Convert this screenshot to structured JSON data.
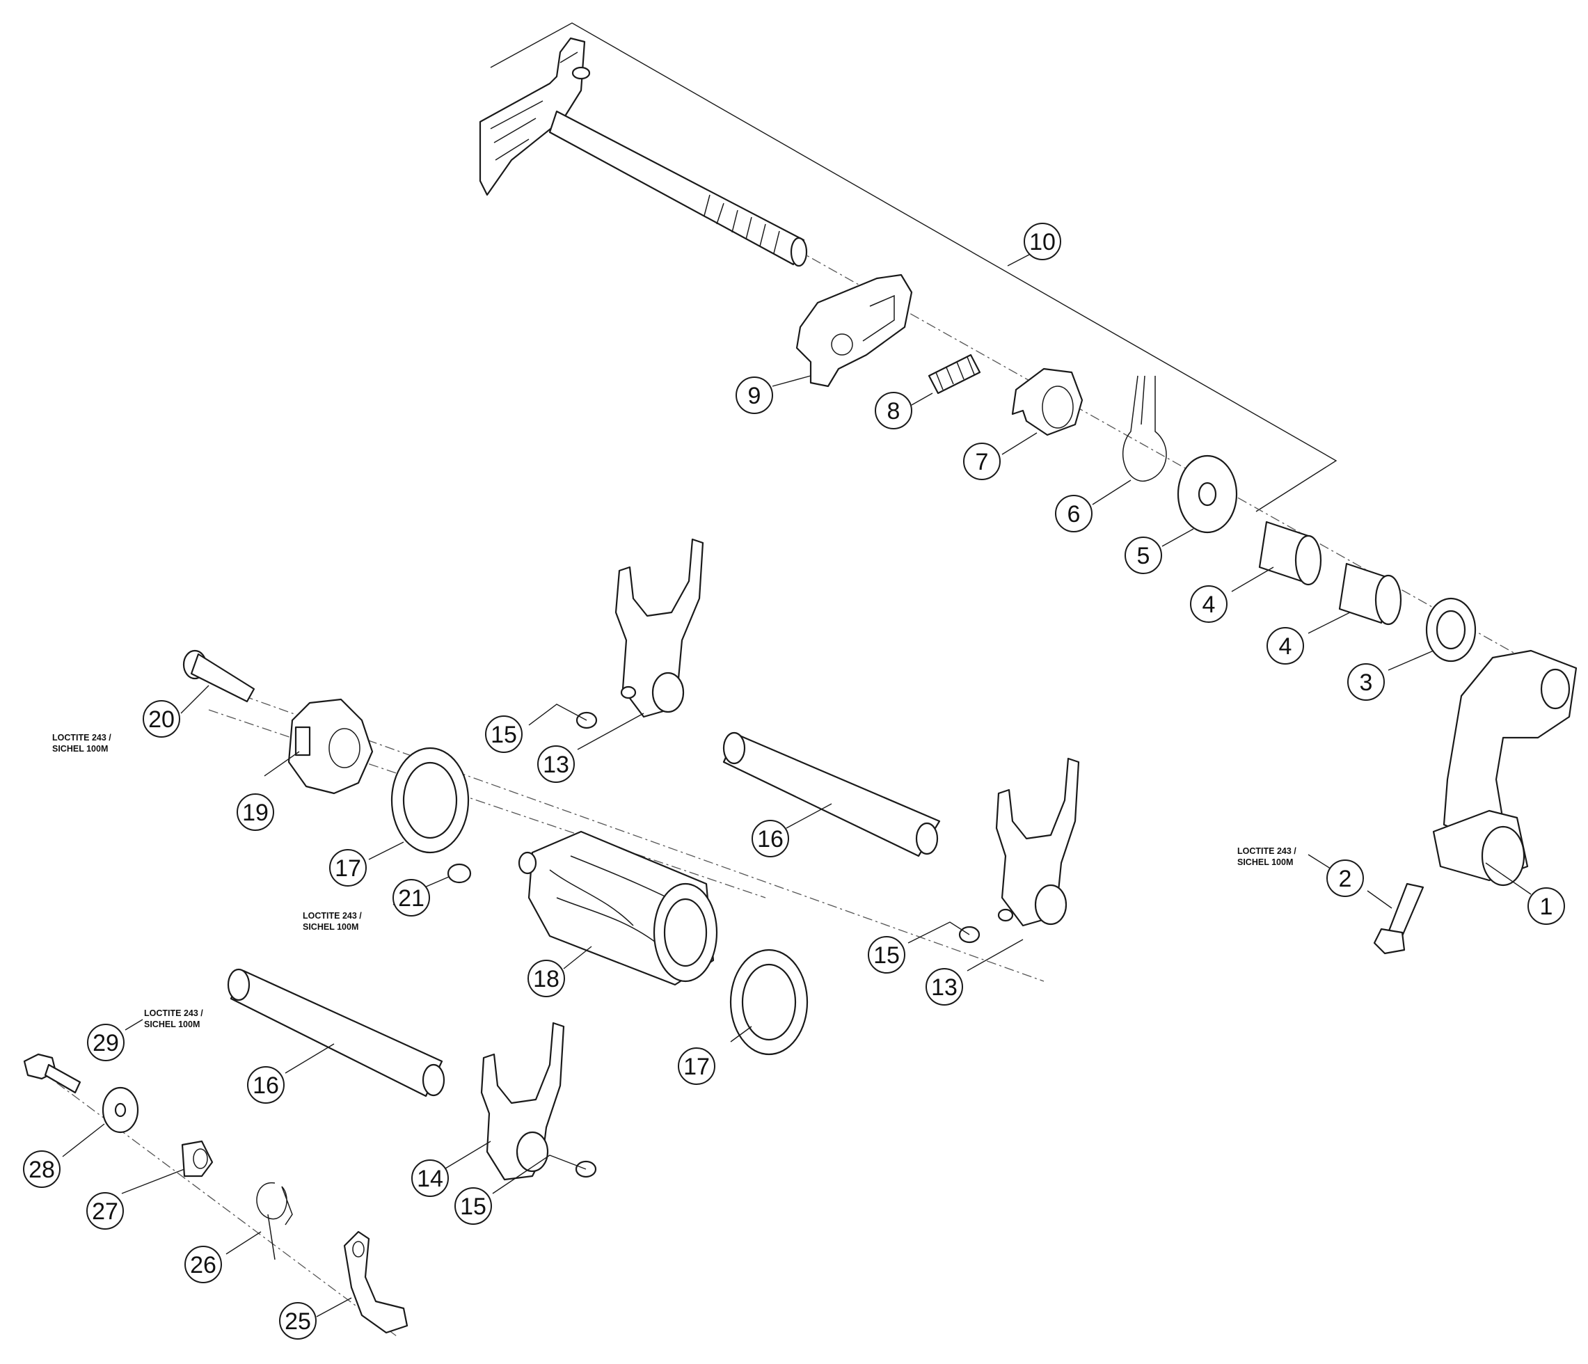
{
  "callouts": [
    "1",
    "2",
    "3",
    "4",
    "4",
    "5",
    "6",
    "7",
    "8",
    "9",
    "10",
    "13",
    "13",
    "14",
    "15",
    "15",
    "15",
    "16",
    "16",
    "17",
    "17",
    "18",
    "19",
    "20",
    "21",
    "25",
    "26",
    "27",
    "28",
    "29"
  ],
  "notes": [
    {
      "line1": "LOCTITE 243 /",
      "line2": "SICHEL 100M"
    },
    {
      "line1": "LOCTITE 243 /",
      "line2": "SICHEL 100M"
    },
    {
      "line1": "LOCTITE 243 /",
      "line2": "SICHEL 100M"
    },
    {
      "line1": "LOCTITE 243 /",
      "line2": "SICHEL 100M"
    }
  ]
}
